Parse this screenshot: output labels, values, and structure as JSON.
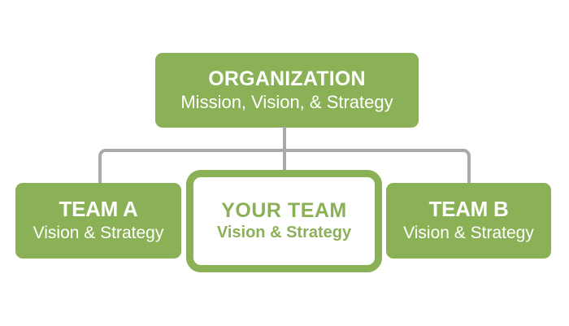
{
  "colors": {
    "accent_green": "#8bb157",
    "connector_gray": "#a7a9ac",
    "text_on_green": "#ffffff",
    "background": "#ffffff"
  },
  "diagram": {
    "type": "org-chart",
    "root": {
      "title": "ORGANIZATION",
      "subtitle": "Mission, Vision, & Strategy",
      "style": "solid-green"
    },
    "nodes": [
      {
        "title": "TEAM A",
        "subtitle": "Vision & Strategy",
        "style": "solid-green"
      },
      {
        "title": "YOUR TEAM",
        "subtitle": "Vision & Strategy",
        "style": "green-outline-highlight"
      },
      {
        "title": "TEAM B",
        "subtitle": "Vision & Strategy",
        "style": "solid-green"
      }
    ]
  }
}
